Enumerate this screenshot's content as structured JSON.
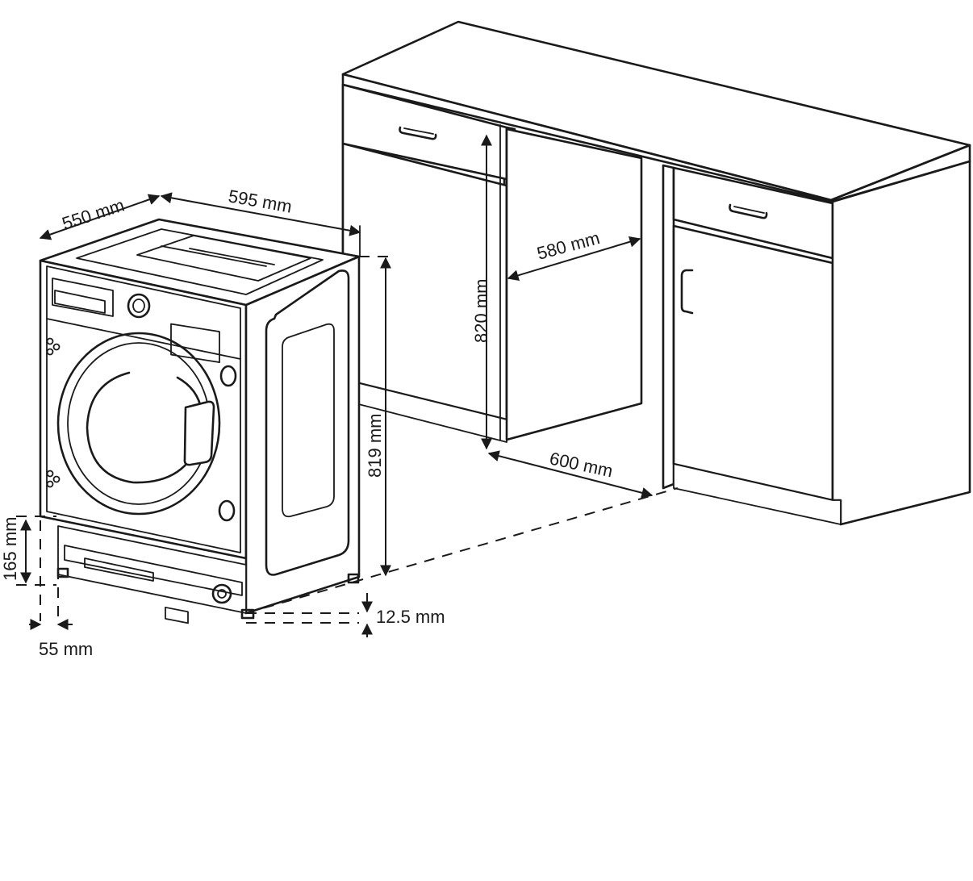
{
  "dimensions": {
    "depth": "550 mm",
    "width": "595 mm",
    "machine_height": "819 mm",
    "cabinet_height": "820 mm",
    "niche_width": "580 mm",
    "niche_depth": "600 mm",
    "plinth_height": "165 mm",
    "plinth_setback": "55 mm",
    "foot_clearance": "12.5 mm"
  },
  "colors": {
    "line": "#1a1a1a",
    "background": "#ffffff"
  },
  "icons": [
    "washing-machine",
    "kitchen-cabinet",
    "drawer-handle",
    "door-handle",
    "dimension-arrow"
  ]
}
